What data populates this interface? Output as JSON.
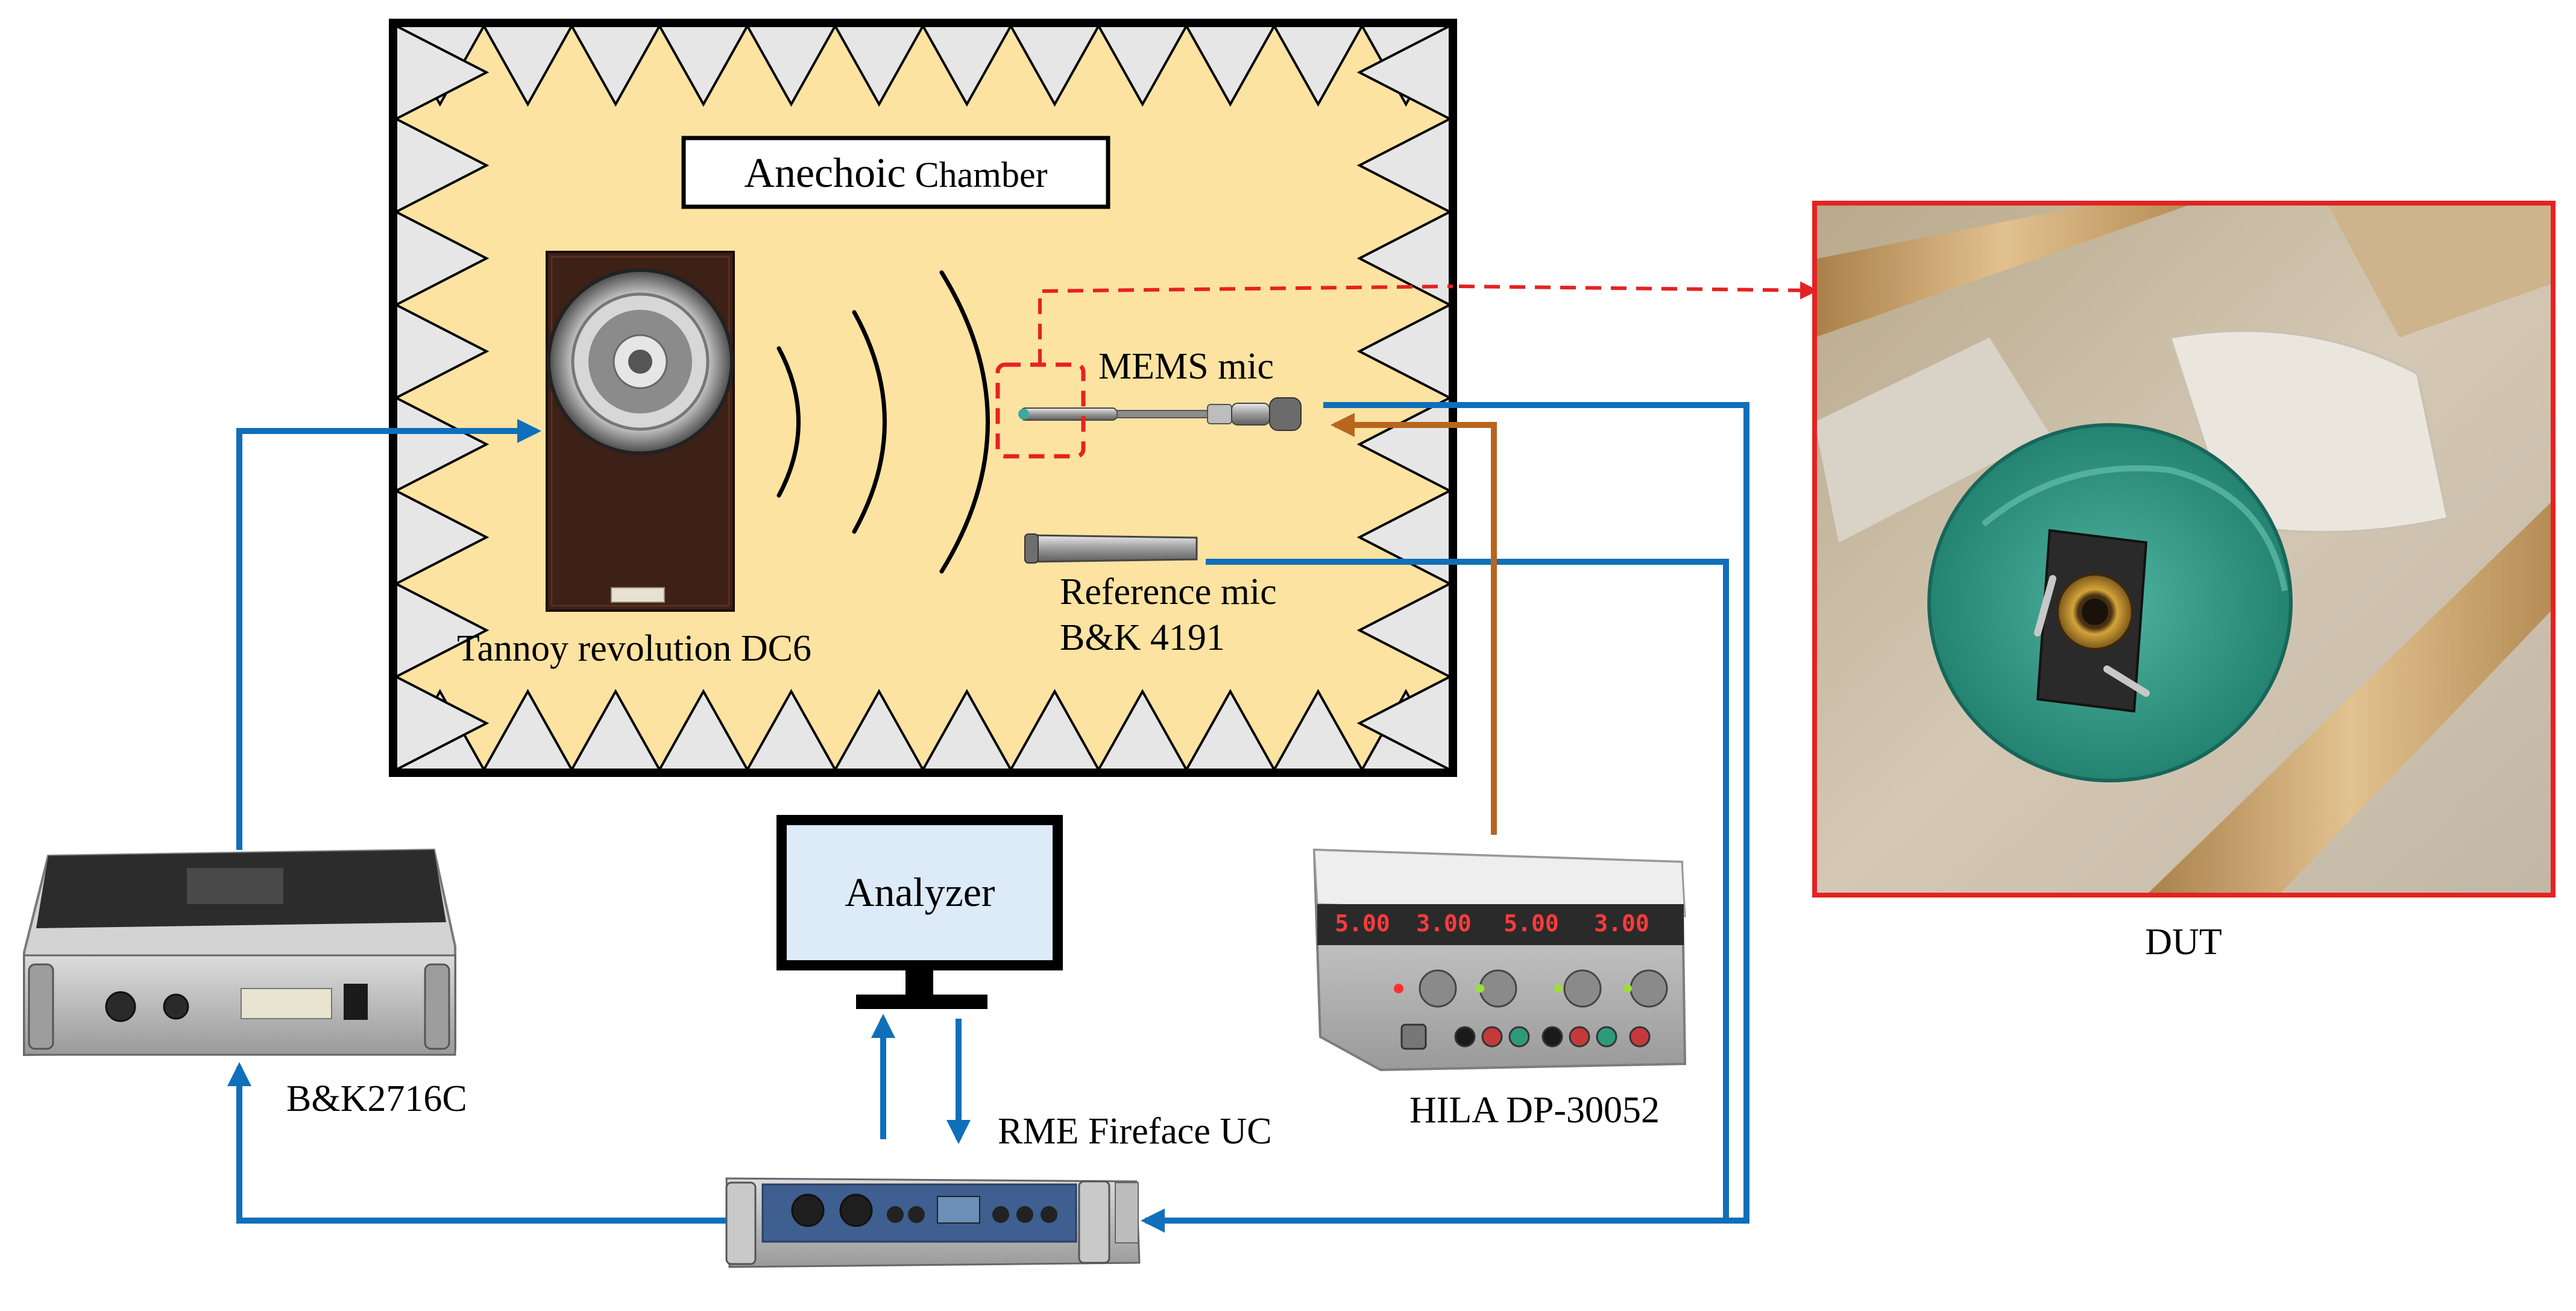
{
  "labels": {
    "chamber_title_a": "Anechoic",
    "chamber_title_b": " Chamber",
    "mems_mic": "MEMS mic",
    "reference_mic_line1": "Reference mic",
    "reference_mic_line2": "B&K 4191",
    "speaker": "Tannoy  revolution DC6",
    "analyzer": "Analyzer",
    "amplifier": "B&K2716C",
    "audio_interface": "RME  Fireface UC",
    "power_supply": "HILA  DP-30052",
    "dut": "DUT",
    "psu_display_1": "5.00",
    "psu_display_2": "3.00",
    "psu_display_3": "5.00",
    "psu_display_4": "3.00"
  },
  "colors": {
    "chamber_fill": "#fde3a1",
    "wedge_fill": "#e6e6e6",
    "signal_line": "#0f6fba",
    "power_line": "#b8651e",
    "dut_highlight": "#e52222",
    "monitor_screen": "#dcebf7"
  }
}
